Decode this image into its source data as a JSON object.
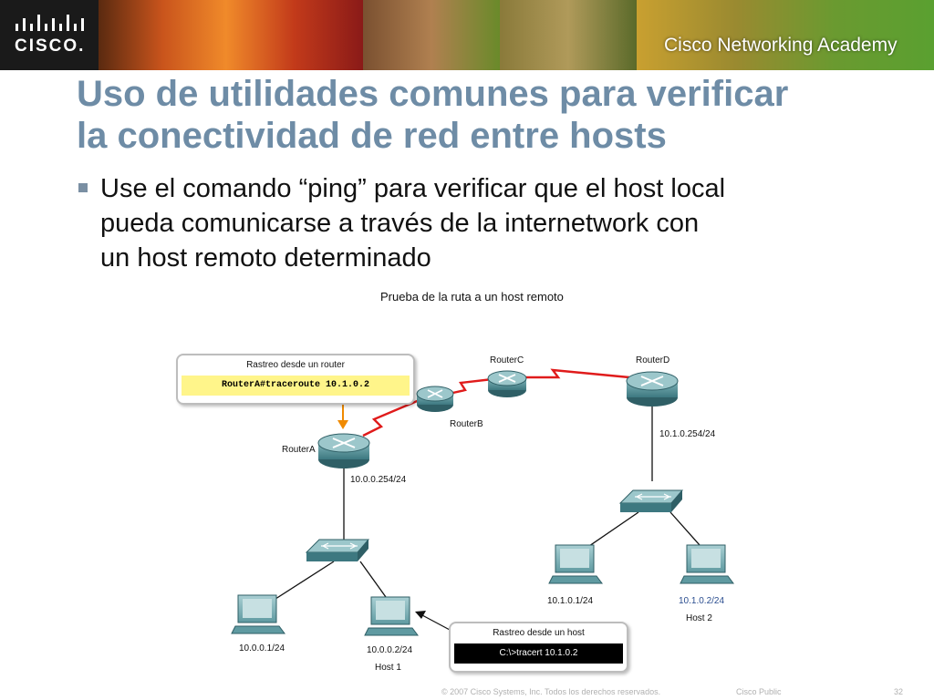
{
  "header": {
    "logo_text": "CISCO.",
    "academy": "Cisco Networking Academy"
  },
  "slide": {
    "title_line1": "Uso de utilidades comunes para verificar",
    "title_line2": "la conectividad de red entre hosts",
    "bullet_line1": "Use el comando “ping” para verificar que el host local",
    "bullet_line2": "pueda comunicarse a través de la internetwork con",
    "bullet_line3": "un host remoto determinado"
  },
  "diagram": {
    "title": "Prueba de la ruta a un host remoto",
    "router_callout": {
      "heading": "Rastreo desde un router",
      "command": "RouterA#traceroute 10.1.0.2"
    },
    "host_callout": {
      "heading": "Rastreo desde un host",
      "command": "C:\\>tracert 10.1.0.2"
    },
    "routers": {
      "a": "RouterA",
      "b": "RouterB",
      "c": "RouterC",
      "d": "RouterD"
    },
    "addresses": {
      "router_a": "10.0.0.254/24",
      "router_d": "10.1.0.254/24",
      "host_left_1": "10.0.0.1/24",
      "host_left_2": "10.0.0.2/24",
      "host_right_1": "10.1.0.1/24",
      "host_right_2": "10.1.0.2/24"
    },
    "host_names": {
      "host1": "Host 1",
      "host2": "Host 2"
    },
    "colors": {
      "serial_link": "#e01b1b",
      "device": "#4e8b92",
      "callout_yellow": "#fff58a",
      "arrow": "#f08a00"
    }
  },
  "footer": {
    "copyright": "© 2007 Cisco Systems, Inc. Todos los derechos reservados.",
    "classification": "Cisco Public",
    "page": "32"
  }
}
